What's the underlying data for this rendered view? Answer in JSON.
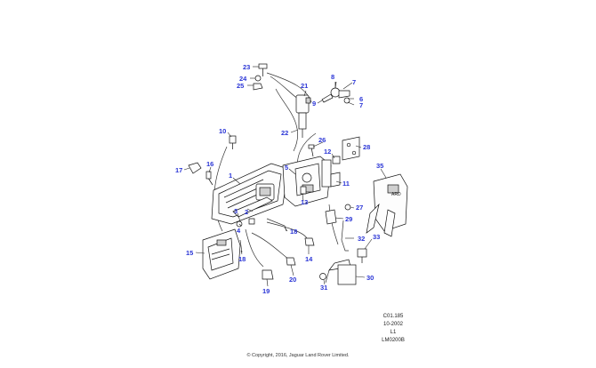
{
  "diagram": {
    "callouts": [
      {
        "label": "1"
      },
      {
        "label": "2"
      },
      {
        "label": "3"
      },
      {
        "label": "4"
      },
      {
        "label": "5"
      },
      {
        "label": "6"
      },
      {
        "label": "7"
      },
      {
        "label": "7"
      },
      {
        "label": "8"
      },
      {
        "label": "9"
      },
      {
        "label": "10"
      },
      {
        "label": "11"
      },
      {
        "label": "12"
      },
      {
        "label": "13"
      },
      {
        "label": "14"
      },
      {
        "label": "15"
      },
      {
        "label": "16"
      },
      {
        "label": "17"
      },
      {
        "label": "18"
      },
      {
        "label": "18"
      },
      {
        "label": "19"
      },
      {
        "label": "20"
      },
      {
        "label": "21"
      },
      {
        "label": "22"
      },
      {
        "label": "23"
      },
      {
        "label": "24"
      },
      {
        "label": "25"
      },
      {
        "label": "26"
      },
      {
        "label": "27"
      },
      {
        "label": "28"
      },
      {
        "label": "29"
      },
      {
        "label": "30"
      },
      {
        "label": "31"
      },
      {
        "label": "32"
      },
      {
        "label": "33"
      },
      {
        "label": "35"
      }
    ]
  },
  "reference": {
    "code": "C01.185",
    "date": "10-2002",
    "level": "L1",
    "drawing": "LM0200B"
  },
  "footer": {
    "copyright": "© Copyright, 2016, Jaguar Land Rover Limited."
  }
}
